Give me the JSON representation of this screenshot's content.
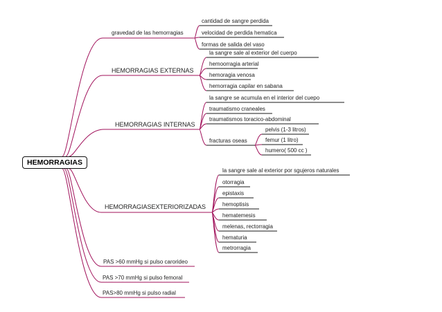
{
  "colors": {
    "branch": "#a0105a",
    "underline": "#1a1a1a",
    "root_border": "#111111"
  },
  "root": "HEMORRAGIAS",
  "branches": {
    "gravedad": {
      "label": "gravedad de las hemorragias",
      "items": [
        "cantidad de sangre perdida",
        "velocidad de perdida hematica",
        "formas de salida del vaso"
      ]
    },
    "externas": {
      "label": "HEMORRAGIAS EXTERNAS",
      "items": [
        "la sangre sale al exterior del cuerpo",
        "hemoorragia arterial",
        "hemoragia venosa",
        "hemorragia capilar en sabana"
      ]
    },
    "internas": {
      "label": "HEMORRAGIAS INTERNAS",
      "items": [
        "la sangre se acumula en el interior del cuepo",
        "traumatismo craneales",
        "traumatismos    toracico-abdominal",
        "fracturas oseas"
      ],
      "fracturas": [
        "pelvis (1-3 litros)",
        "femur (1 litro)",
        "humero( 500 cc )"
      ]
    },
    "exteriorizadas": {
      "label": "HEMORRAGIASEXTERIORIZADAS",
      "items": [
        "la sangre sale al exterior por sgujeros naturales",
        "otorragia",
        "epistaxis",
        "hemoptisis",
        "hematemesis",
        "melenas,  rectorragia",
        "hematuria",
        "metrorragia"
      ]
    },
    "pas": [
      "PAS >60 mmHg si pulso carorideo",
      "PAS >70 mmHg si pulso femoral",
      "PAS>80 mmHg si pulso radial"
    ]
  }
}
